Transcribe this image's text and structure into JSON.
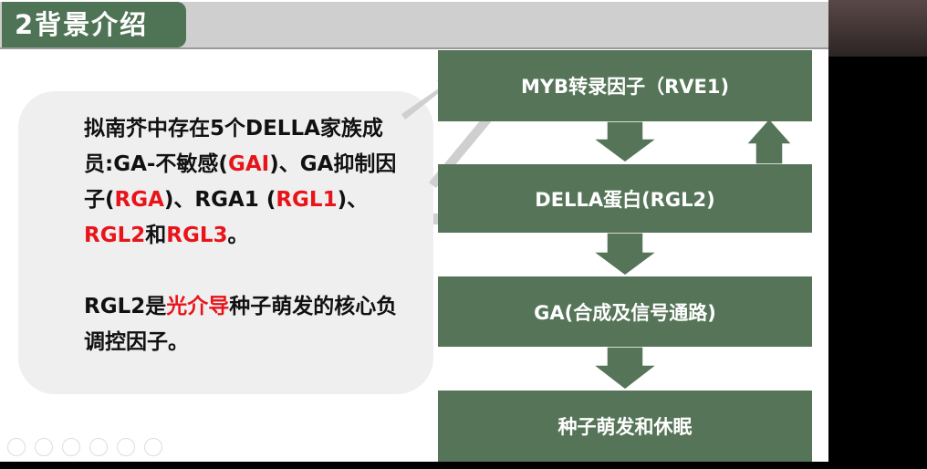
{
  "header": {
    "title": "2背景介绍"
  },
  "textbox": {
    "p1": {
      "a": "拟南芥中存在5个DELLA家族成员:GA-不敏感(",
      "b": "GAI",
      "c": ")、GA抑制因子(",
      "d": "RGA",
      "e": ")、RGA1 (",
      "f": "RGL1",
      "g": ")、",
      "h": "RGL2",
      "i": "和",
      "j": "RGL3",
      "k": "。"
    },
    "p2": {
      "a": "RGL2是",
      "b": "光介导",
      "c": "种子萌发的核心负调控因子。"
    }
  },
  "flow": [
    {
      "label": "MYB转录因子（RVE1)"
    },
    {
      "label": "DELLA蛋白(RGL2)"
    },
    {
      "label": "GA(合成及信号通路)"
    },
    {
      "label": "种子萌发和休眠"
    }
  ],
  "colors": {
    "green": "#557458",
    "red": "#e8141a"
  }
}
